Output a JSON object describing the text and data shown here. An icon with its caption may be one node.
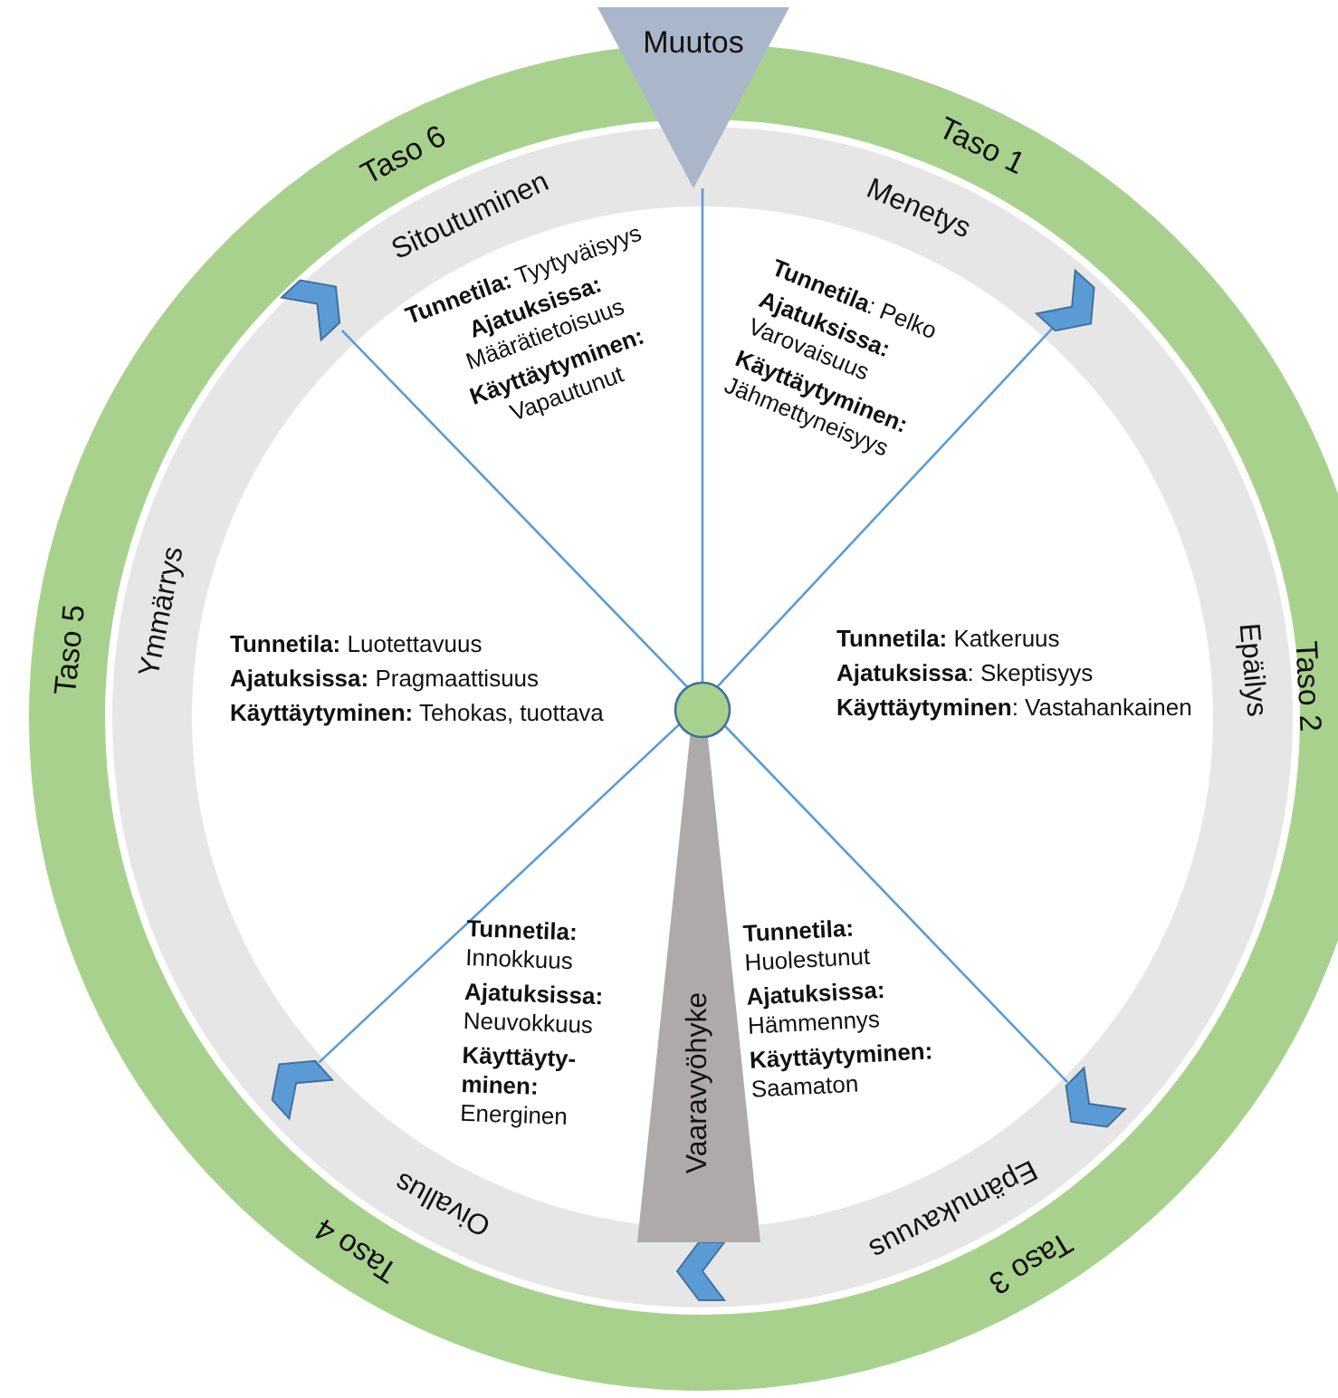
{
  "diagram": {
    "nodes": [
      {
        "text": [
          "Muutos"
        ]
      },
      {
        "text": [
          "Vaaravyöhyke"
        ]
      }
    ],
    "labels": [
      "Taso 6",
      "Taso 1",
      "Sitoutuminen",
      "Menetys",
      "**Tunnetila:** Tyytyväisyys",
      "**Ajatuksissa:** Määrätietoisuus",
      "**Käyttäytyminen:** Vapautunut",
      "**Tunnetila**: Pelko",
      "**Ajatuksissa:** Varovaisuus",
      "**Käyttäytyminen:** Jähmettyneisyys",
      "Taso 5",
      "Ymmärrys",
      "**Tunnetila:** Luotettavuus",
      "**Ajatuksissa:** Pragmaattisuus",
      "**Käyttäytyminen:** Tehokas, tuottava",
      "**Tunnetila:** Katkeruus",
      "**Ajatuksissa**: Skeptisyys",
      "**Käyttäytyminen**: Vastahankainen",
      "Epäilys",
      "Taso 2",
      "**Tunnetila:** Innokkuus",
      "**Ajatuksissa:** Neuvokkuus",
      "**Käyttäyty-minen:** Energinen",
      "**Tunnetila:** Huolestunut",
      "**Ajatuksissa:** Hämmennys",
      "**Käyttäytyminen:** Saamaton",
      "Oivallus",
      "Epämukavuus",
      "Taso 4",
      "Taso 3"
    ]
  }
}
